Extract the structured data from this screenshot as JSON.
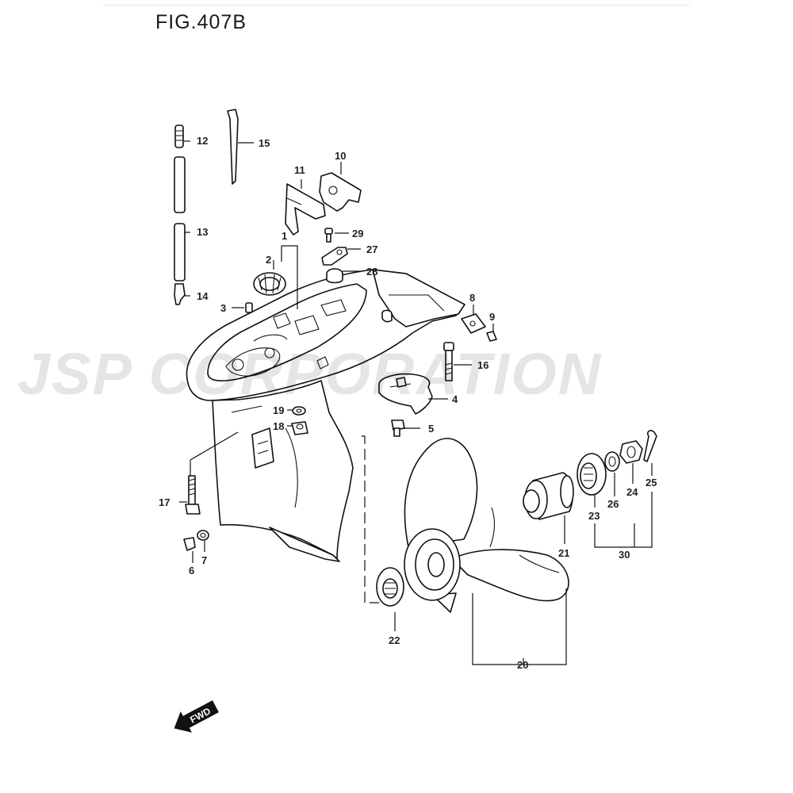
{
  "figure": {
    "title": "FIG.407B"
  },
  "watermark": {
    "text": "JSP CORPORATION"
  },
  "direction_badge": {
    "text": "FWD"
  },
  "callouts": {
    "c1": "1",
    "c2": "2",
    "c3": "3",
    "c4": "4",
    "c5": "5",
    "c6": "6",
    "c7": "7",
    "c8": "8",
    "c9": "9",
    "c10": "10",
    "c11": "11",
    "c12": "12",
    "c13": "13",
    "c14": "14",
    "c15": "15",
    "c16": "16",
    "c17": "17",
    "c18": "18",
    "c19": "19",
    "c20": "20",
    "c21": "21",
    "c22": "22",
    "c23": "23",
    "c24": "24",
    "c25": "25",
    "c26": "26",
    "c27": "27",
    "c28": "28",
    "c29": "29",
    "c30": "30"
  }
}
